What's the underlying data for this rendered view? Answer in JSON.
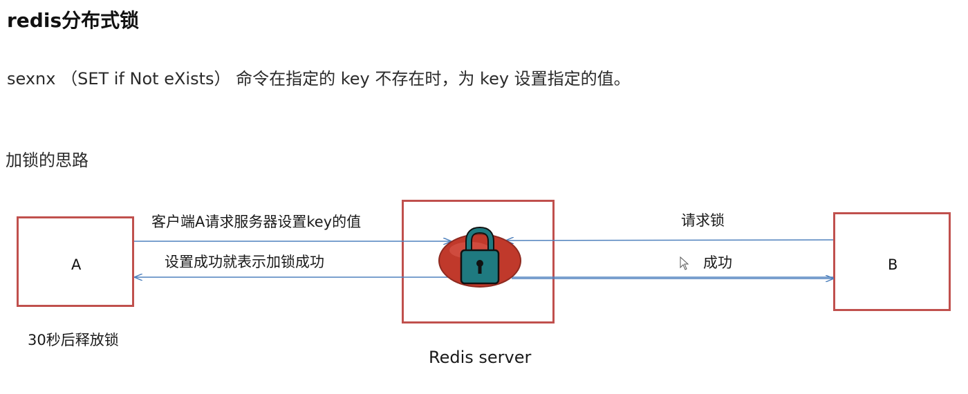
{
  "title": "redis分布式锁",
  "description": "sexnx （SET if Not eXists） 命令在指定的 key 不存在时，为 key 设置指定的值。",
  "subtitle": "加锁的思路",
  "diagram": {
    "client_a": {
      "label": "A",
      "note": "30秒后释放锁"
    },
    "client_b": {
      "label": "B"
    },
    "server": {
      "label": "Redis server",
      "icon": "lock-icon"
    },
    "arrows": {
      "a_to_server": "客户端A请求服务器设置key的值",
      "server_to_a": "设置成功就表示加锁成功",
      "b_to_server": "请求锁",
      "server_to_b": "成功"
    },
    "colors": {
      "box_border": "#c0504d",
      "arrow": "#4f81bd",
      "lock_background": "#c0392b",
      "lock_body": "#1f7a80"
    }
  }
}
